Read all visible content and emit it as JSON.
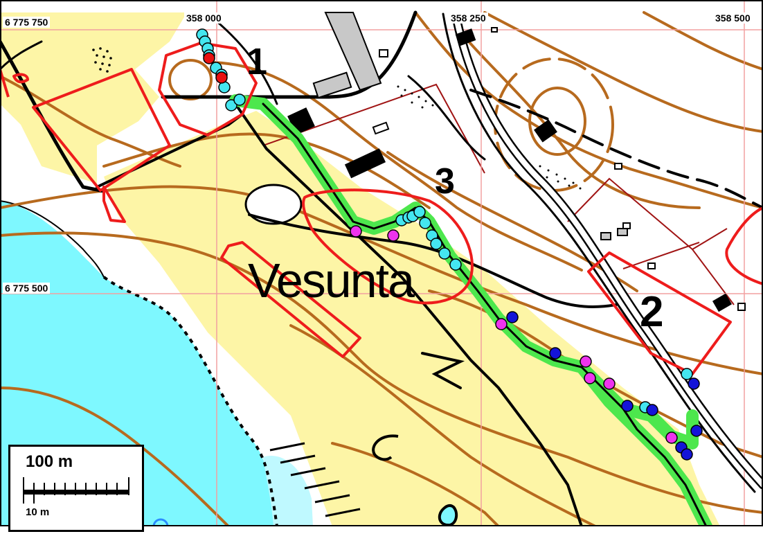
{
  "map": {
    "place_name": "Vesunta",
    "area_labels": [
      "1",
      "2",
      "3"
    ],
    "easting_labels": [
      "358 000",
      "358 250",
      "358 500"
    ],
    "northing_labels": [
      "6 775 750",
      "6 775 500"
    ],
    "scale_bar": {
      "main_label": "100 m",
      "minor_label": "10 m"
    },
    "colors": {
      "field": "#fdf5a6",
      "water": "#7ef8ff",
      "contour": "#b76a1e",
      "boundary": "#ee1c1c",
      "grid": "#f2a0a0",
      "route": "#4de74d",
      "marker_cyan": "#44e6f0",
      "marker_blue": "#1414d8",
      "marker_magenta": "#ee33ee",
      "marker_red": "#e81010"
    }
  }
}
